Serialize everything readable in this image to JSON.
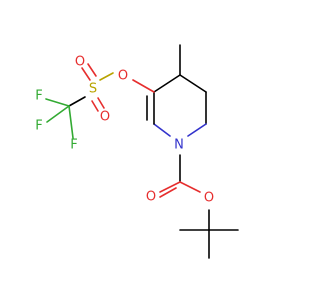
{
  "molecule": {
    "atoms": {
      "o_ester_ring": {
        "symbol": "O",
        "color": "#e62e2e"
      },
      "o_sulfonyl_1": {
        "symbol": "O",
        "color": "#e62e2e"
      },
      "o_sulfonyl_2": {
        "symbol": "O",
        "color": "#e62e2e"
      },
      "s": {
        "symbol": "S",
        "color": "#b8a300"
      },
      "f1": {
        "symbol": "F",
        "color": "#33aa33"
      },
      "f2": {
        "symbol": "F",
        "color": "#33aa33"
      },
      "f3": {
        "symbol": "F",
        "color": "#33aa33"
      },
      "n": {
        "symbol": "N",
        "color": "#3333cc"
      },
      "o_carbonyl": {
        "symbol": "O",
        "color": "#e62e2e"
      },
      "o_carbamate": {
        "symbol": "O",
        "color": "#e62e2e"
      }
    }
  }
}
